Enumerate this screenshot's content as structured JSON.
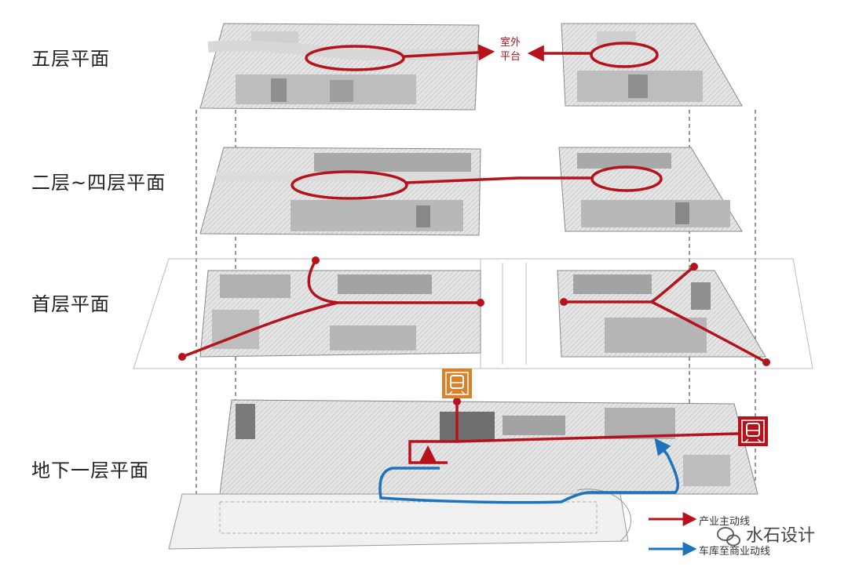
{
  "floors": [
    {
      "label": "五层平面"
    },
    {
      "label": "二层~四层平面"
    },
    {
      "label": "首层平面"
    },
    {
      "label": "地下一层平面"
    }
  ],
  "callout_outdoor": {
    "line1": "室外",
    "line2": "平台"
  },
  "legend": [
    {
      "label": "产业主动线",
      "color": "#b5121b"
    },
    {
      "label": "车库至商业动线",
      "color": "#1e73be"
    }
  ],
  "watermark": {
    "text": "水石设计"
  },
  "icons": {
    "metro_left": "metro-train-icon",
    "metro_right": "metro-train-icon",
    "wechat": "wechat-icon"
  },
  "colors": {
    "main_route": "#b5121b",
    "garage_route": "#1e73be",
    "metro_left_bg": "#d9822b",
    "metro_right_bg": "#b5121b",
    "plan_light": "#e9e9e9",
    "plan_dark": "#9a9a9a"
  }
}
